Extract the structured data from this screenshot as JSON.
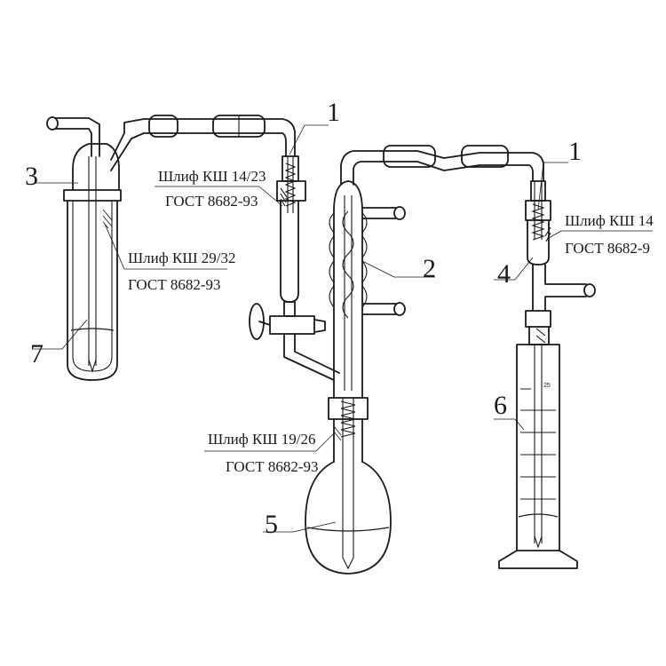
{
  "labels": {
    "n1_left": "1",
    "n1_right": "1",
    "n2": "2",
    "n3": "3",
    "n4": "4",
    "n5": "5",
    "n6": "6",
    "n7": "7"
  },
  "annotations": {
    "joint_1423_line1": "Шлиф КШ 14/23",
    "joint_1423_line2": "ГОСТ 8682-93",
    "joint_2932_line1": "Шлиф КШ 29/32",
    "joint_2932_line2": "ГОСТ 8682-93",
    "joint_1926_line1": "Шлиф КШ 19/26",
    "joint_1926_line2": "ГОСТ 8682-93",
    "joint_right_line1": "Шлиф КШ 14",
    "joint_right_line2": "ГОСТ 8682-9",
    "scale_mark": "25"
  }
}
